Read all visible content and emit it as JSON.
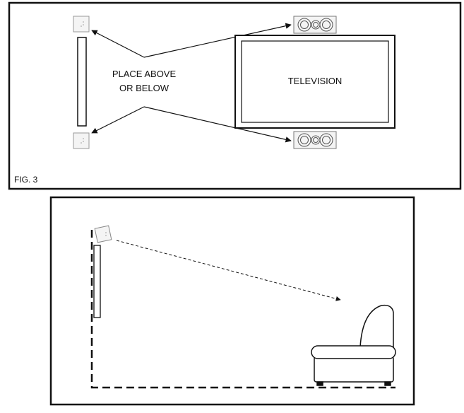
{
  "figure_top": {
    "label": "FIG. 3",
    "instruction_line1": "PLACE ABOVE",
    "instruction_line2": "OR BELOW",
    "tv_label": "TELEVISION"
  },
  "figure_bottom": {}
}
